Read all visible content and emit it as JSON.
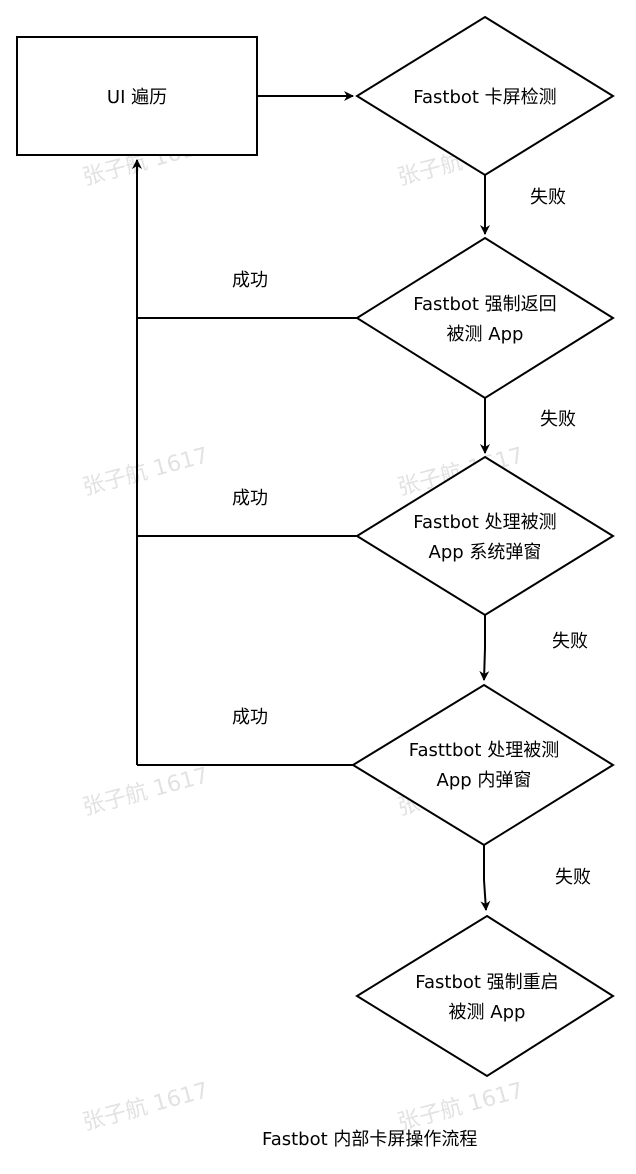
{
  "watermark": "张子航 1617",
  "nodes": {
    "ui_traverse": "UI 遍历",
    "stuck_detect": "Fastbot 卡屏检测",
    "force_back_1": "Fastbot 强制返回",
    "force_back_2": "被测 App",
    "sys_popup_1": "Fastbot 处理被测",
    "sys_popup_2": "App 系统弹窗",
    "inner_popup_1": "Fasttbot 处理被测",
    "inner_popup_2": "App 内弹窗",
    "restart_1": "Fastbot 强制重启",
    "restart_2": "被测 App"
  },
  "edges": {
    "fail": "失败",
    "success": "成功"
  },
  "caption": "Fastbot  内部卡屏操作流程"
}
